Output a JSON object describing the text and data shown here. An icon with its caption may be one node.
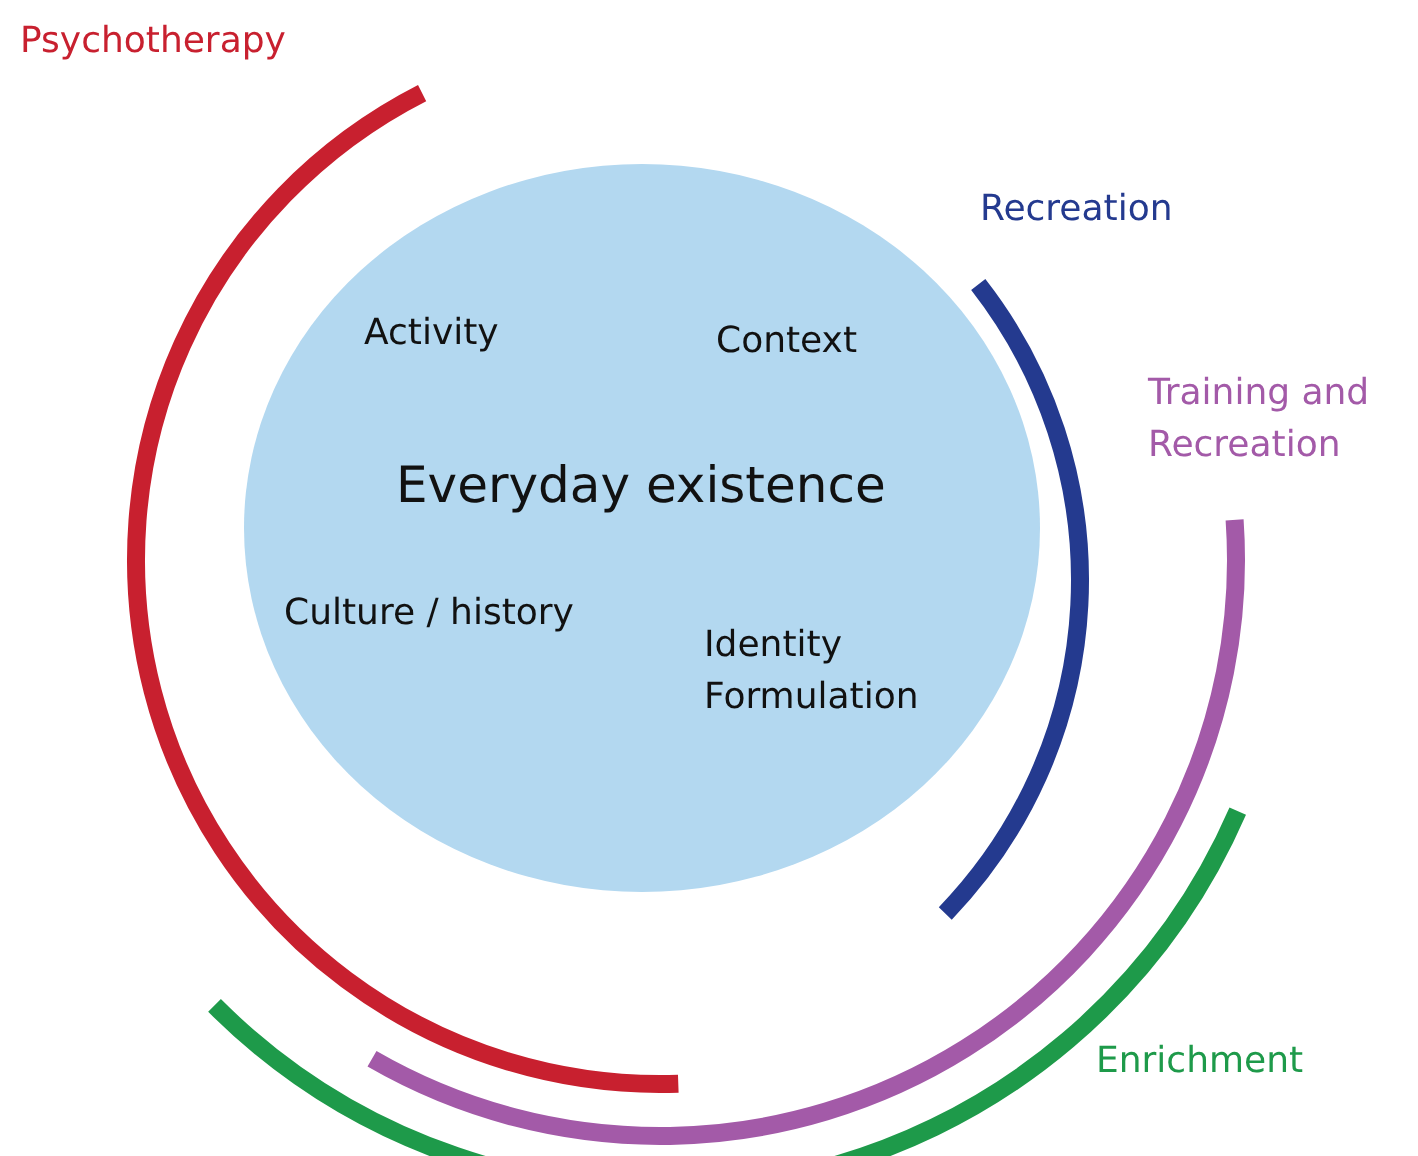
{
  "diagram": {
    "nodes": [
      {
        "text": [
          "Everyday existence",
          "Activity",
          "Context",
          "Culture / history",
          "Identity Formulation"
        ]
      }
    ],
    "labels": [
      "Psychotherapy",
      "Recreation",
      "Training and Recreation",
      "Enrichment"
    ]
  }
}
